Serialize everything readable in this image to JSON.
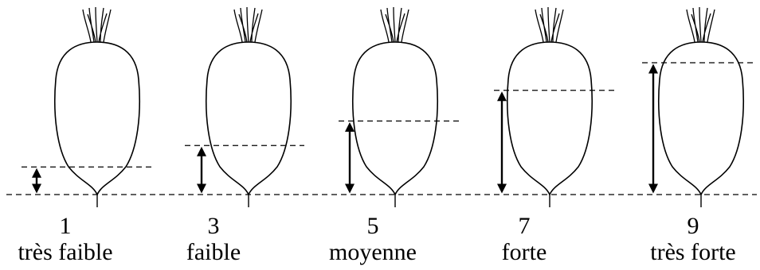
{
  "colors": {
    "line": "#000000",
    "background": "#ffffff"
  },
  "scale": [
    {
      "score": "1",
      "label": "très faible",
      "level": 0.18
    },
    {
      "score": "3",
      "label": "faible",
      "level": 0.32
    },
    {
      "score": "5",
      "label": "moyenne",
      "level": 0.48
    },
    {
      "score": "7",
      "label": "forte",
      "level": 0.68
    },
    {
      "score": "9",
      "label": "très forte",
      "level": 0.86
    }
  ]
}
